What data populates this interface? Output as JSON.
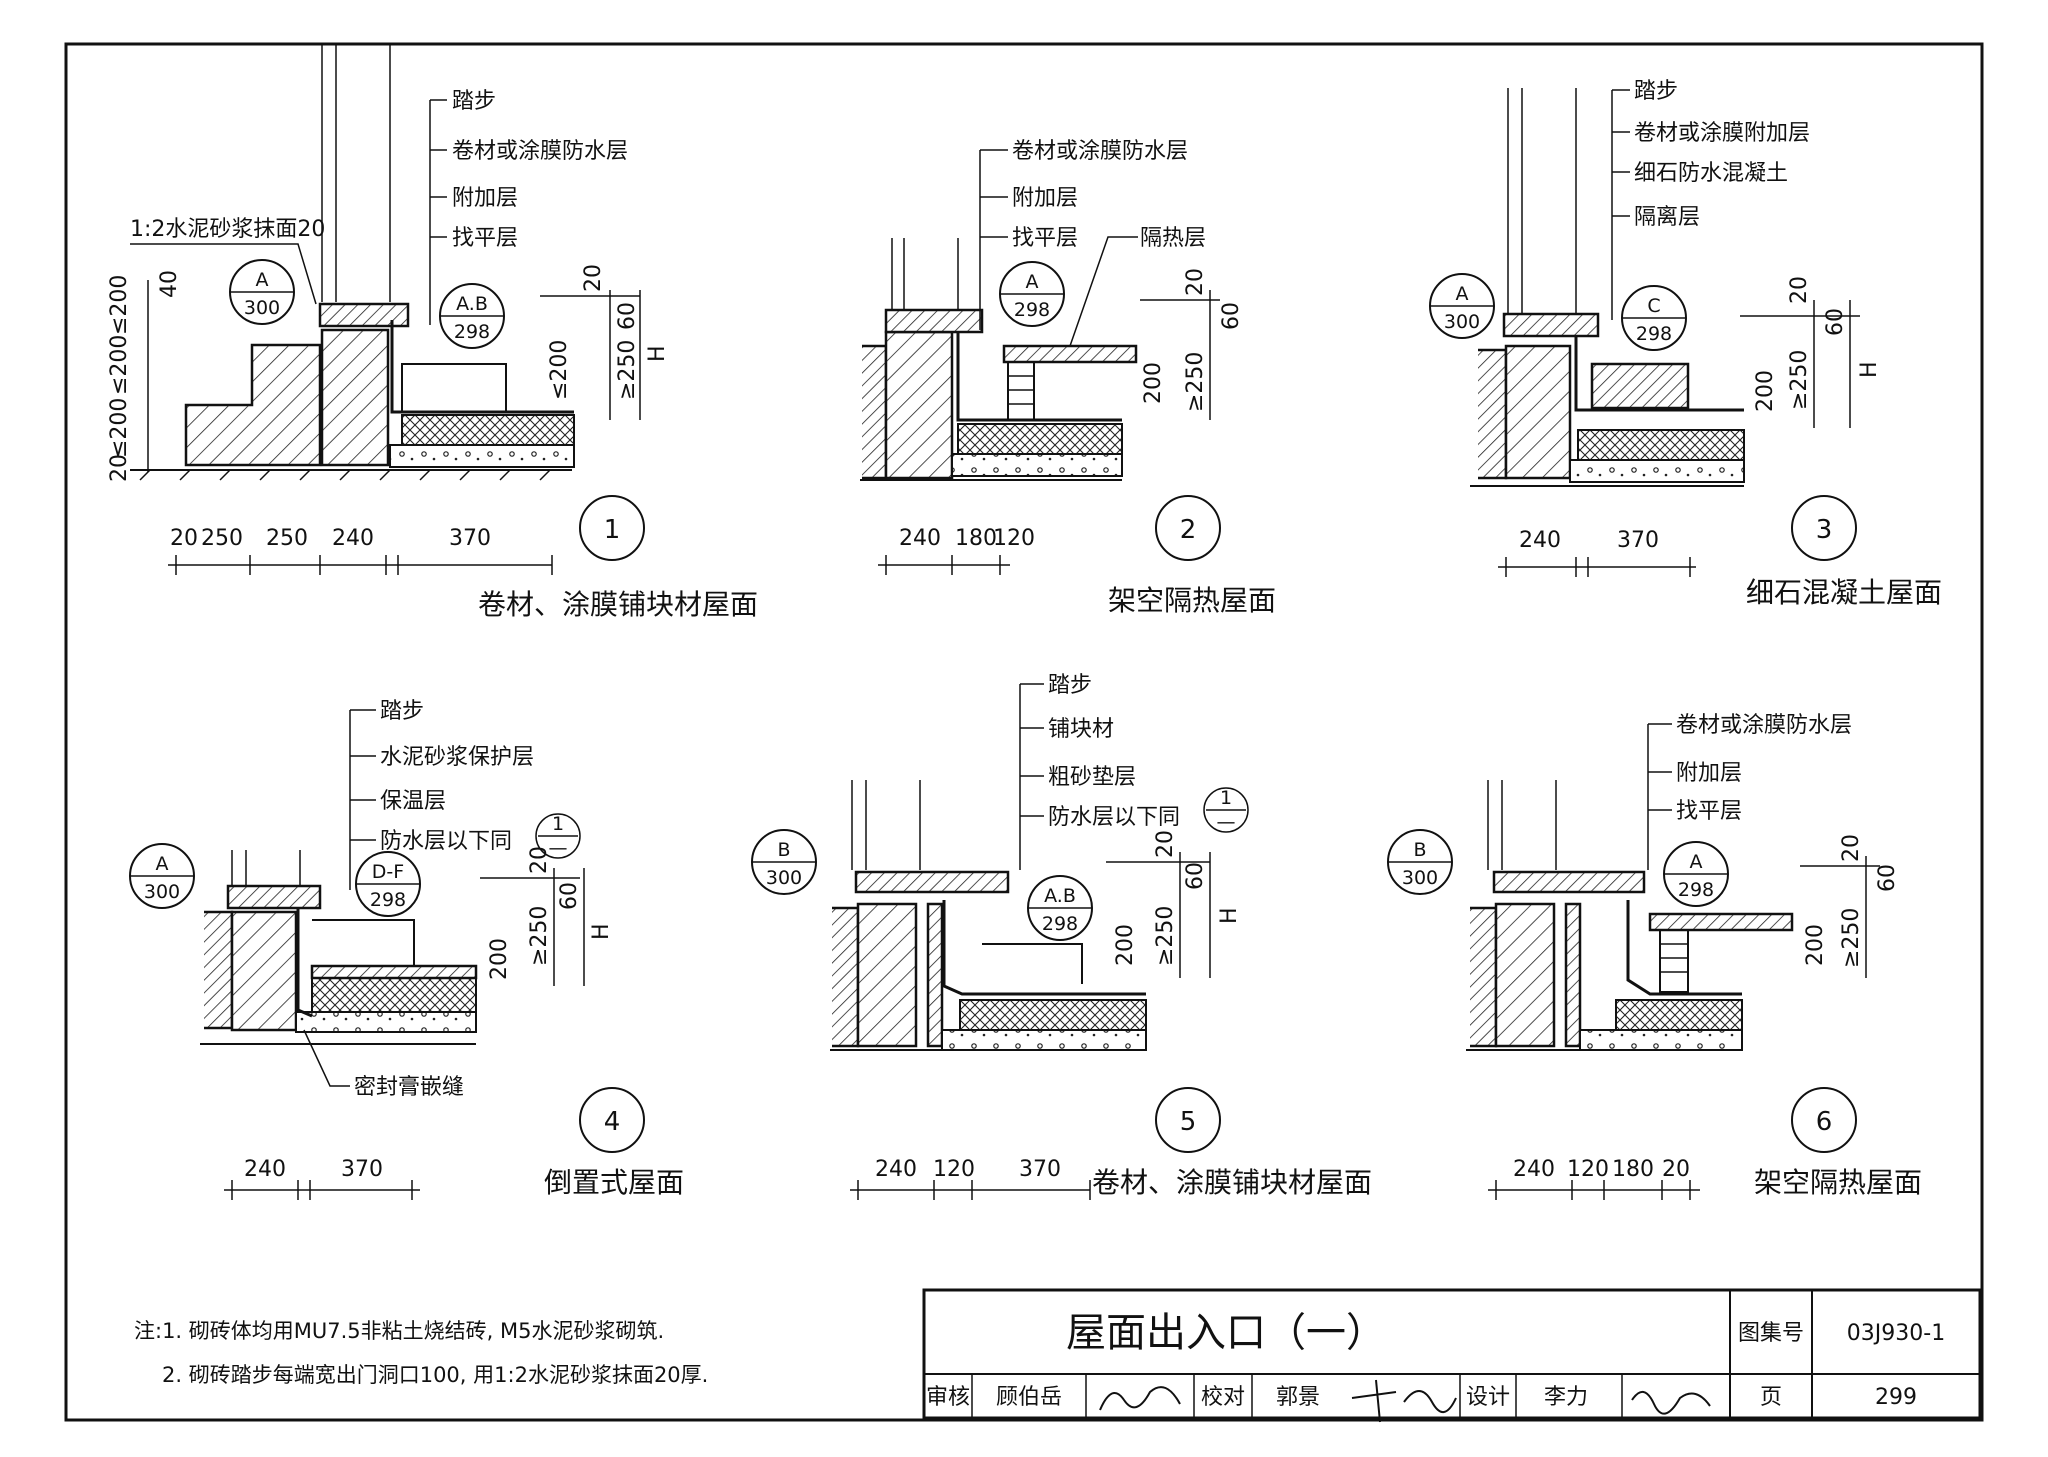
{
  "details": [
    {
      "num": "1",
      "caption": "卷材、涂膜铺块材屋面",
      "callouts": [
        "踏步",
        "卷材或涂膜防水层",
        "附加层",
        "找平层"
      ],
      "side_note": "1:2水泥砂浆抹面20",
      "refs": [
        {
          "top": "A",
          "bottom": "300"
        },
        {
          "top": "A.B",
          "bottom": "298"
        }
      ],
      "dims_bottom": [
        "20",
        "250",
        "250",
        "240",
        "370"
      ],
      "dims_left": [
        "40",
        "≤200",
        "≤200",
        "≤200",
        "20"
      ],
      "dims_right": [
        "20",
        "60",
        "≥250",
        "H",
        "≤200"
      ]
    },
    {
      "num": "2",
      "caption": "架空隔热屋面",
      "callouts": [
        "卷材或涂膜防水层",
        "附加层",
        "找平层",
        "隔热层"
      ],
      "refs": [
        {
          "top": "A",
          "bottom": "298"
        }
      ],
      "dims_bottom": [
        "240",
        "180",
        "120"
      ],
      "dims_right": [
        "20",
        "60",
        "≥250",
        "200"
      ]
    },
    {
      "num": "3",
      "caption": "细石混凝土屋面",
      "callouts": [
        "踏步",
        "卷材或涂膜附加层",
        "细石防水混凝土",
        "隔离层"
      ],
      "refs": [
        {
          "top": "A",
          "bottom": "300"
        },
        {
          "top": "C",
          "bottom": "298"
        }
      ],
      "dims_bottom": [
        "240",
        "370"
      ],
      "dims_right": [
        "20",
        "60",
        "≥250",
        "H",
        "200"
      ]
    },
    {
      "num": "4",
      "caption": "倒置式屋面",
      "callouts": [
        "踏步",
        "水泥砂浆保护层",
        "保温层",
        "防水层以下同"
      ],
      "callout_ref": {
        "top": "1",
        "bottom": "—"
      },
      "bottom_note": "密封膏嵌缝",
      "refs": [
        {
          "top": "A",
          "bottom": "300"
        },
        {
          "top": "D-F",
          "bottom": "298"
        }
      ],
      "dims_bottom": [
        "240",
        "370"
      ],
      "dims_right": [
        "20",
        "60",
        "≥250",
        "H",
        "200"
      ]
    },
    {
      "num": "5",
      "caption": "卷材、涂膜铺块材屋面",
      "callouts": [
        "踏步",
        "铺块材",
        "粗砂垫层",
        "防水层以下同"
      ],
      "callout_ref": {
        "top": "1",
        "bottom": "—"
      },
      "refs": [
        {
          "top": "B",
          "bottom": "300"
        },
        {
          "top": "A.B",
          "bottom": "298"
        }
      ],
      "dims_bottom": [
        "240",
        "120",
        "370"
      ],
      "dims_right": [
        "20",
        "60",
        "≥250",
        "H",
        "200"
      ]
    },
    {
      "num": "6",
      "caption": "架空隔热屋面",
      "callouts": [
        "卷材或涂膜防水层",
        "附加层",
        "找平层"
      ],
      "refs": [
        {
          "top": "B",
          "bottom": "300"
        },
        {
          "top": "A",
          "bottom": "298"
        }
      ],
      "dims_bottom": [
        "240",
        "120",
        "180",
        "20"
      ],
      "dims_right": [
        "20",
        "60",
        "≥250",
        "200"
      ]
    }
  ],
  "notes": [
    "注:1. 砌砖体均用MU7.5非粘土烧结砖, M5水泥砂浆砌筑.",
    "2. 砌砖踏步每端宽出门洞口100, 用1:2水泥砂浆抹面20厚."
  ],
  "title_block": {
    "title": "屋面出入口（一）",
    "atlas_label": "图集号",
    "atlas_no": "03J930-1",
    "review_label": "审核",
    "reviewer": "顾伯岳",
    "check_label": "校对",
    "checker": "郭景",
    "design_label": "设计",
    "designer": "李力",
    "page_label": "页",
    "page_no": "299"
  }
}
